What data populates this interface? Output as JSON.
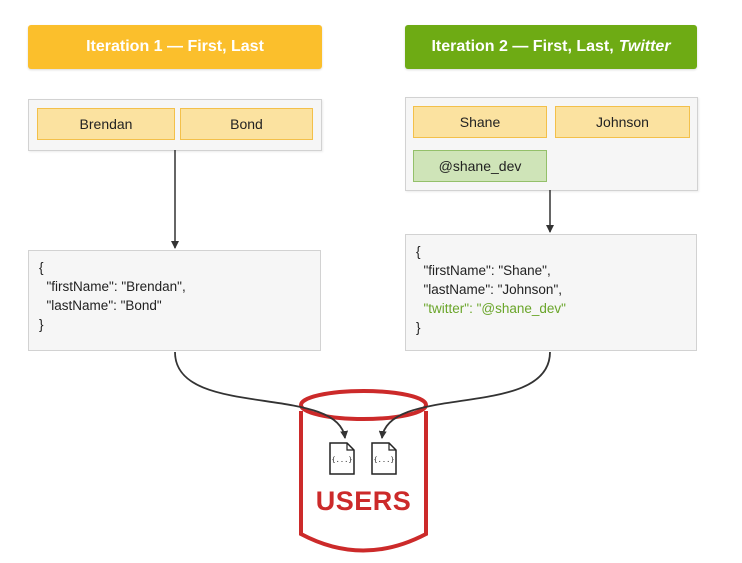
{
  "iteration1": {
    "title": "Iteration 1 — First, Last",
    "color": "#fbbf2c",
    "fields": [
      "Brendan",
      "Bond"
    ],
    "json_lines": [
      "{",
      "  \"firstName\": \"Brendan\",",
      "  \"lastName\": \"Bond\"",
      "}"
    ]
  },
  "iteration2": {
    "title_main": "Iteration 2 — First, Last,",
    "title_italic": "Twitter",
    "color": "#6eab14",
    "fields": [
      "Shane",
      "Johnson"
    ],
    "twitter_field": "@shane_dev",
    "json_lines": [
      "{",
      "  \"firstName\": \"Shane\",",
      "  \"lastName\": \"Johnson\","
    ],
    "json_highlight_line": "  \"twitter\": \"@shane_dev\"",
    "json_close": "}",
    "highlight_color": "#6aa52a"
  },
  "database": {
    "label": "USERS",
    "color": "#cc2a2a",
    "doc_glyph": "{...}"
  }
}
